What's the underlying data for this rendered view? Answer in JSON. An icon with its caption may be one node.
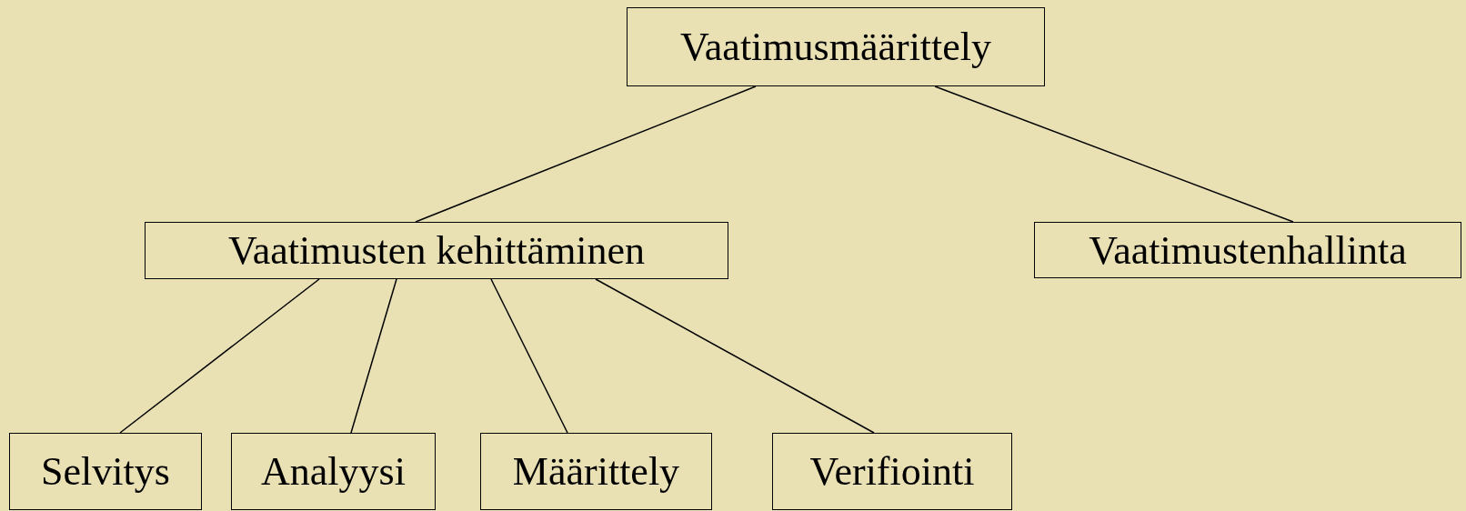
{
  "diagram": {
    "nodes": [
      {
        "text": [
          "Vaatimusmäärittely"
        ]
      },
      {
        "text": [
          "Vaatimusten kehittäminen"
        ]
      },
      {
        "text": [
          "Vaatimustenhallinta"
        ]
      },
      {
        "text": [
          "Selvitys"
        ]
      },
      {
        "text": [
          "Analyysi"
        ]
      },
      {
        "text": [
          "Määrittely"
        ]
      },
      {
        "text": [
          "Verifiointi"
        ]
      }
    ],
    "edges": [
      {
        "from": 0,
        "to": 1,
        "arrow": "none"
      },
      {
        "from": 0,
        "to": 2,
        "arrow": "none"
      },
      {
        "from": 1,
        "to": 3,
        "arrow": "none"
      },
      {
        "from": 1,
        "to": 4,
        "arrow": "none"
      },
      {
        "from": 1,
        "to": 5,
        "arrow": "none"
      },
      {
        "from": 1,
        "to": 6,
        "arrow": "none"
      }
    ]
  }
}
